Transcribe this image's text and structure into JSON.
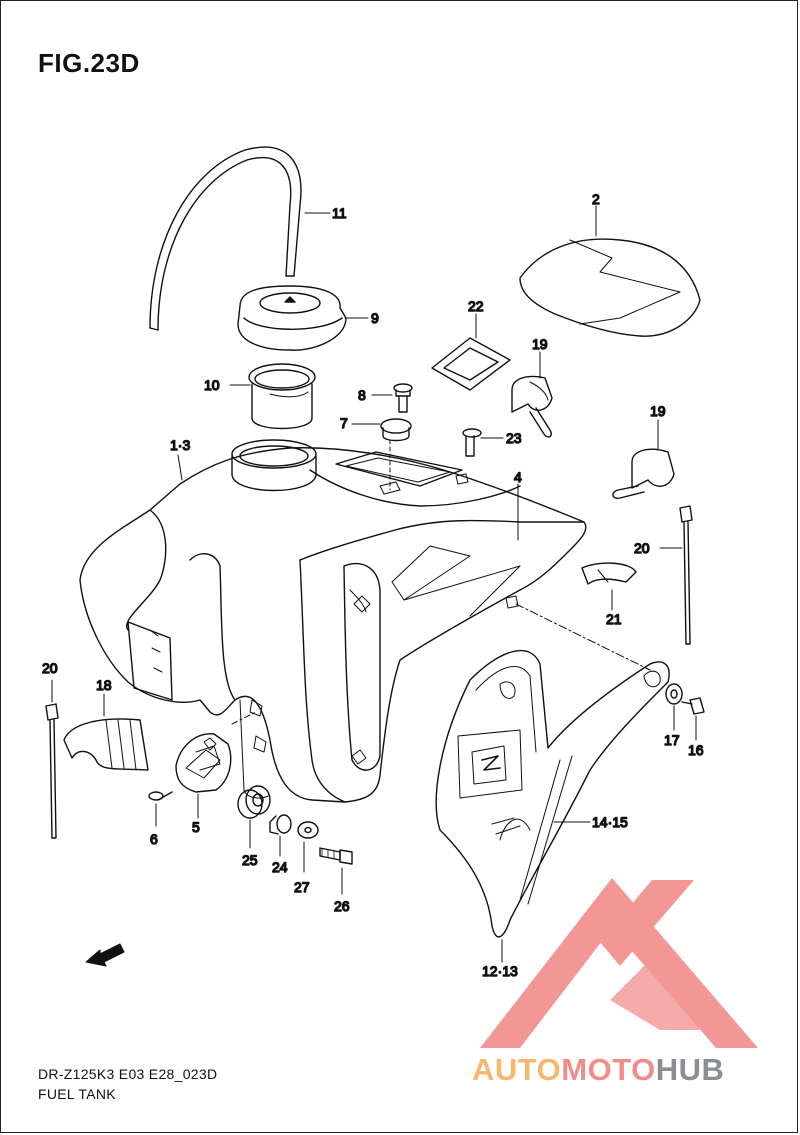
{
  "figure": {
    "title": "FIG.23D",
    "model_code": "DR-Z125K3 E03 E28_023D",
    "section_name": "FUEL TANK"
  },
  "callouts": {
    "c1": "1·3",
    "c2": "2",
    "c4": "4",
    "c5": "5",
    "c6": "6",
    "c7": "7",
    "c8": "8",
    "c9": "9",
    "c10": "10",
    "c11": "11",
    "c1213": "12·13",
    "c1415": "14·15",
    "c16": "16",
    "c17": "17",
    "c18": "18",
    "c19a": "19",
    "c19b": "19",
    "c20a": "20",
    "c20b": "20",
    "c21": "21",
    "c22": "22",
    "c23": "23",
    "c24": "24",
    "c25": "25",
    "c26": "26",
    "c27": "27"
  },
  "fwd_label": "FWD",
  "watermark": {
    "part1": "AUTO",
    "part2": "MOTO",
    "part3": "HUB",
    "colors": {
      "part1": "#f7b86e",
      "part2": "#f28b8b",
      "part3": "#8a8d94",
      "logo": "#f28b8b"
    }
  }
}
